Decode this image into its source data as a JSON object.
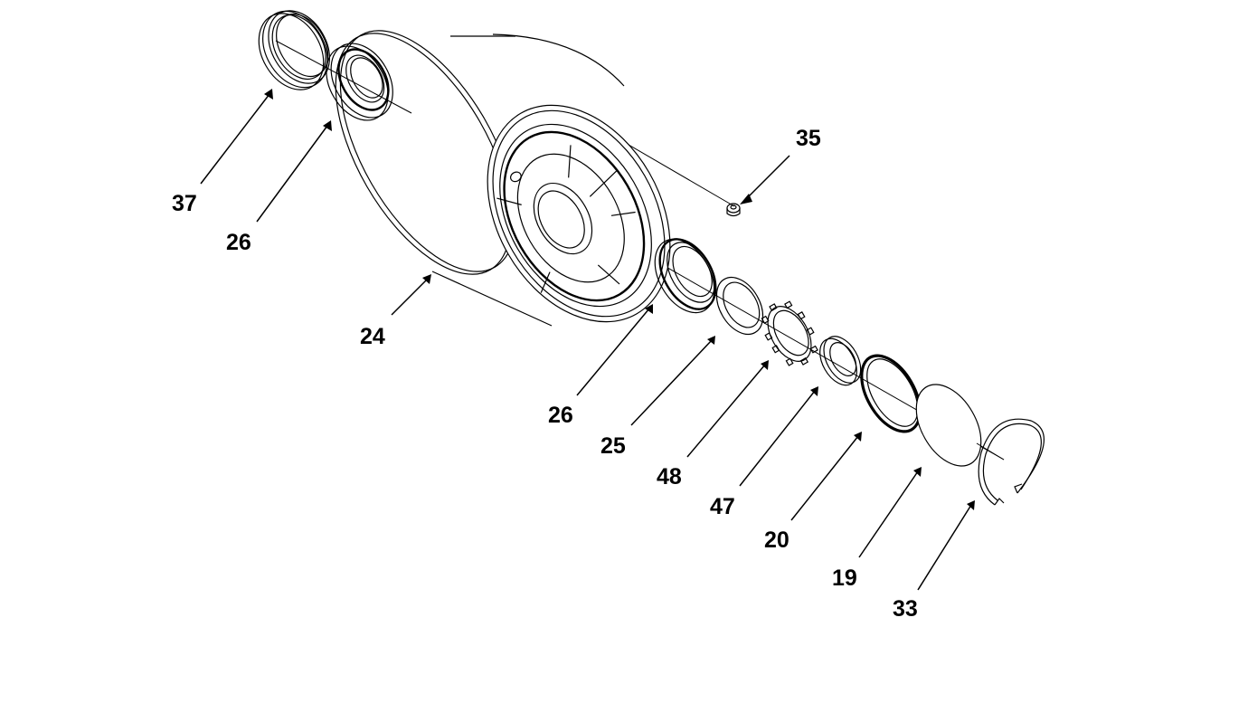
{
  "diagram": {
    "type": "exploded-parts-diagram",
    "callouts": [
      {
        "id": "c37",
        "label": "37",
        "part": "seal"
      },
      {
        "id": "c26a",
        "label": "26",
        "part": "bearing-cone-rear"
      },
      {
        "id": "c24",
        "label": "24",
        "part": "hub-drum"
      },
      {
        "id": "c35",
        "label": "35",
        "part": "grease-fitting"
      },
      {
        "id": "c26b",
        "label": "26",
        "part": "bearing-cone-front"
      },
      {
        "id": "c25",
        "label": "25",
        "part": "washer"
      },
      {
        "id": "c48",
        "label": "48",
        "part": "lock-washer"
      },
      {
        "id": "c47",
        "label": "47",
        "part": "spindle-nut"
      },
      {
        "id": "c20",
        "label": "20",
        "part": "o-ring"
      },
      {
        "id": "c19",
        "label": "19",
        "part": "cap"
      },
      {
        "id": "c33",
        "label": "33",
        "part": "retaining-ring"
      }
    ]
  }
}
